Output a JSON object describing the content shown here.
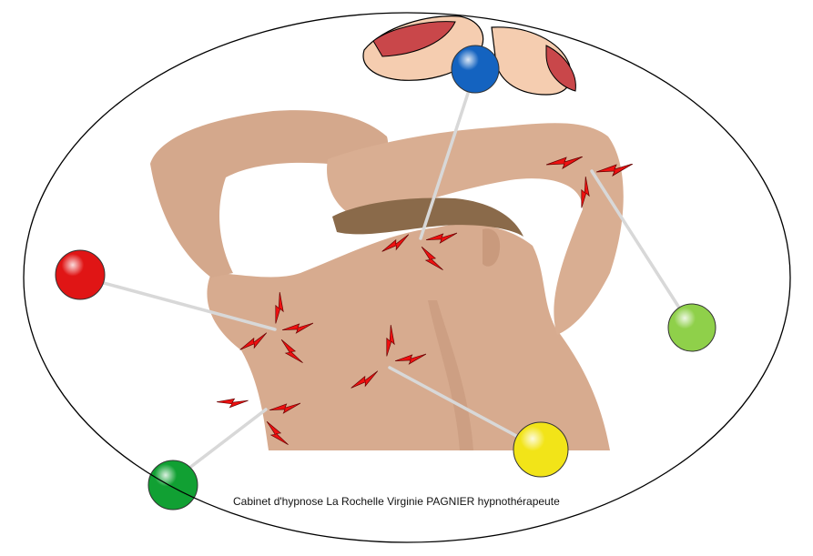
{
  "caption": "Cabinet d'hypnose La Rochelle Virginie PAGNIER hypnothérapeute",
  "colors": {
    "skin": "#d7ab8f",
    "skin_shadow": "#b98a6e",
    "hair": "#8a6a4a",
    "finger": "#f5cdb0",
    "nail": "#c9474a",
    "outline": "#000000",
    "pin_line": "#d8d8d8",
    "bolt": "#ee1111"
  },
  "pins": [
    {
      "name": "blue-pin",
      "color": "#1463c0"
    },
    {
      "name": "red-pin",
      "color": "#e01515"
    },
    {
      "name": "green-pin",
      "color": "#11a033"
    },
    {
      "name": "yellow-pin",
      "color": "#f2e418"
    },
    {
      "name": "light-green-pin",
      "color": "#8fd04a"
    }
  ]
}
